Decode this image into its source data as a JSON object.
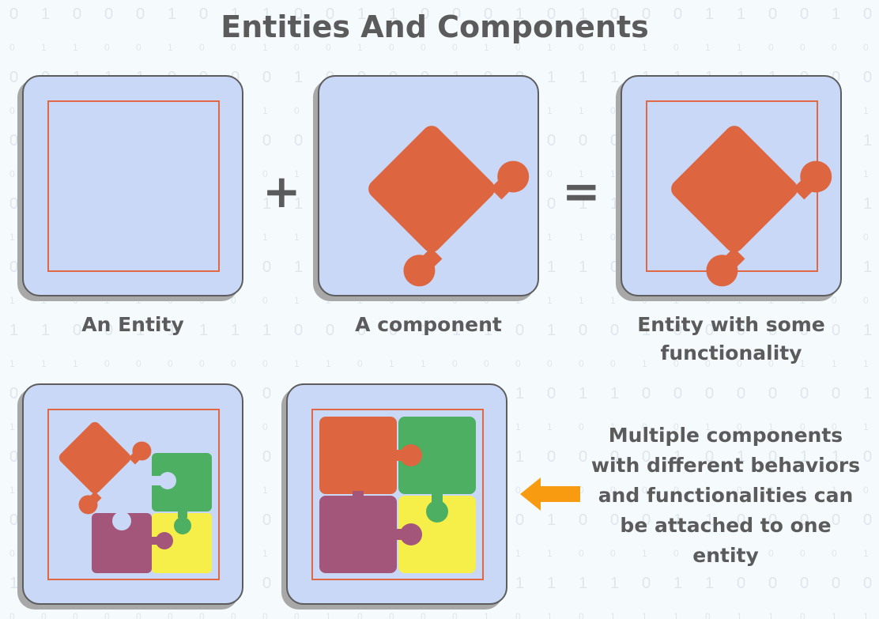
{
  "title": "Entities And Components",
  "labels": {
    "entity": "An Entity",
    "component": "A component",
    "entity_functionality_line1": "Entity with some",
    "entity_functionality_line2": "functionality"
  },
  "operators": {
    "plus": "+",
    "equals": "="
  },
  "note": {
    "lines": [
      "Multiple components",
      "with different behaviors",
      "and functionalities can",
      "be attached to one",
      "entity"
    ]
  },
  "colors": {
    "card_fill": "#c8d8f6",
    "entity_border": "#e06845",
    "orange_piece": "#dd6641",
    "green_piece": "#4caf62",
    "purple_piece": "#a3557a",
    "yellow_piece": "#f6ef4a",
    "arrow": "#f99b10"
  }
}
